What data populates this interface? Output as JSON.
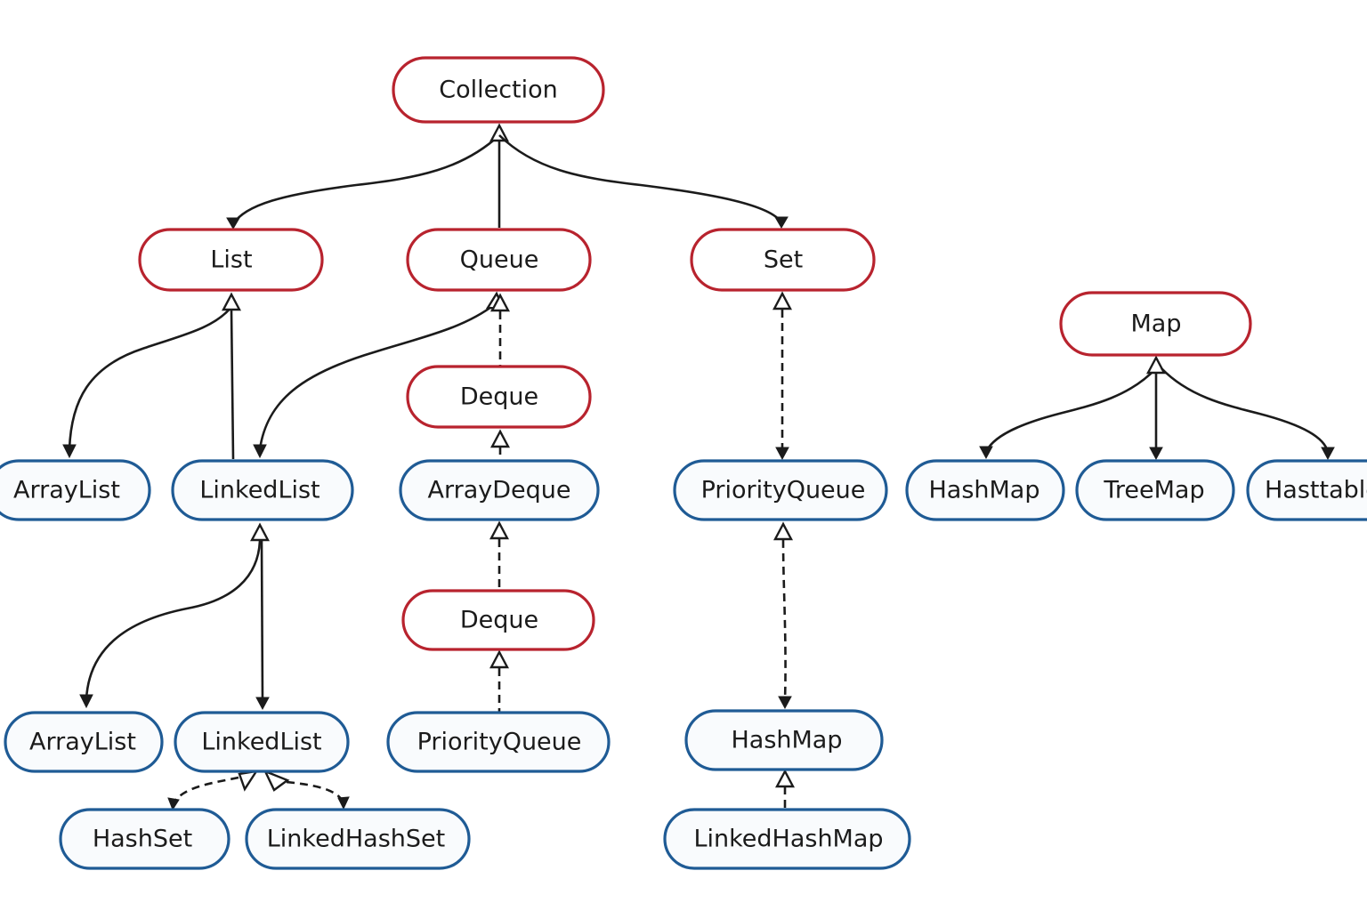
{
  "colors": {
    "interface_border": "#b8232e",
    "class_border": "#1f5b95",
    "edge": "#1b1b1b"
  },
  "nodes": {
    "collection": {
      "label": "Collection",
      "kind": "interface"
    },
    "list": {
      "label": "List",
      "kind": "interface"
    },
    "queue": {
      "label": "Queue",
      "kind": "interface"
    },
    "set": {
      "label": "Set",
      "kind": "interface"
    },
    "map": {
      "label": "Map",
      "kind": "interface"
    },
    "deque_1": {
      "label": "Deque",
      "kind": "interface"
    },
    "deque_2": {
      "label": "Deque",
      "kind": "interface"
    },
    "arraylist_1": {
      "label": "ArrayList",
      "kind": "class"
    },
    "linkedlist_1": {
      "label": "LinkedList",
      "kind": "class"
    },
    "arraydeque": {
      "label": "ArrayDeque",
      "kind": "class"
    },
    "priorityqueue_1": {
      "label": "PriorityQueue",
      "kind": "class"
    },
    "hashmap_1": {
      "label": "HashMap",
      "kind": "class"
    },
    "treemap": {
      "label": "TreeMap",
      "kind": "class"
    },
    "hashtable": {
      "label": "Hasttable",
      "kind": "class"
    },
    "arraylist_2": {
      "label": "ArrayList",
      "kind": "class"
    },
    "linkedlist_2": {
      "label": "LinkedList",
      "kind": "class"
    },
    "priorityqueue_2": {
      "label": "PriorityQueue",
      "kind": "class"
    },
    "hashmap_2": {
      "label": "HashMap",
      "kind": "class"
    },
    "hashset": {
      "label": "HashSet",
      "kind": "class"
    },
    "linkedhashset": {
      "label": "LinkedHashSet",
      "kind": "class"
    },
    "linkedhashmap": {
      "label": "LinkedHashMap",
      "kind": "class"
    }
  }
}
